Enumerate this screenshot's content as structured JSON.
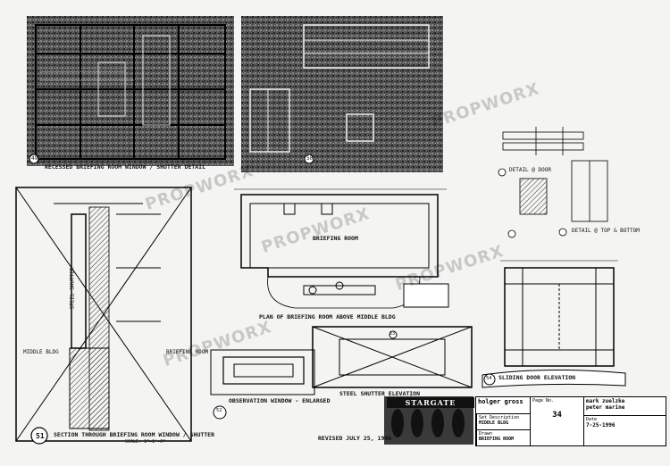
{
  "watermark": "PROPWORX",
  "details": {
    "d1_title": "RECESSED BRIEFING ROOM WINDOW / SHUTTER DETAIL",
    "d1_num": "49",
    "d2_num": "50",
    "section_num": "51",
    "section_title": "SECTION THROUGH BRIEFING ROOM WINDOW / SHUTTER",
    "section_scale": "SCALE: 1\"=1'-0\"",
    "steel_shutter": "STEEL SHUTTER",
    "briefing_room": "BRIEFING ROOM",
    "middle_bldg": "MIDDLE BLDG",
    "plan_room": "BRIEFING ROOM",
    "plan_title": "PLAN OF BRIEFING ROOM ABOVE MIDDLE BLDG",
    "obs_num": "52",
    "obs_title": "OBSERVATION WINDOW - ENLARGED",
    "shutter_elev_num": "53",
    "shutter_elev_title": "STEEL SHUTTER ELEVATION",
    "door_elev_num": "54",
    "door_elev_title": "SLIDING DOOR ELEVATION",
    "revised": "REVISED JULY 25, 1996",
    "detail_a": "DETAIL @ DOOR",
    "detail_b": "DETAIL @ TOP & BOTTOM"
  },
  "titleblock": {
    "logo": "STARGATE",
    "designer": "holger gross",
    "set_desc_label": "Set Description",
    "set_desc": "MIDDLE BLDG",
    "drawn_label": "Drawn",
    "drawn": "BRIEFING ROOM",
    "art_dir": "mark zuelzke",
    "art_dir2": "peter marine",
    "page_label": "Page No.",
    "date_label": "Date",
    "date": "7-25-1996",
    "sheet_no": "34"
  }
}
